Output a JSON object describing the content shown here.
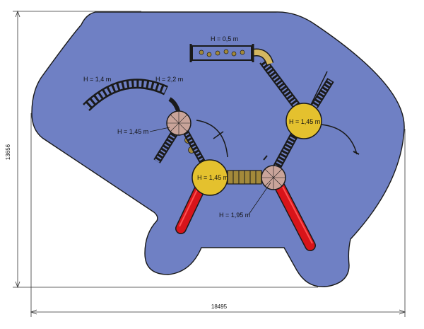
{
  "dimensions": {
    "width_label": "18495",
    "height_label": "13656"
  },
  "height_labels": {
    "h_0_5": "H = 0,5 m",
    "h_1_4": "H = 1,4 m",
    "h_2_2": "H = 2,2 m",
    "h_1_45_left": "H = 1,45 m",
    "h_1_45_center": "H = 1,45 m",
    "h_1_45_right": "H = 1,45 m",
    "h_1_95": "H = 1,95 m"
  },
  "colors": {
    "surface": "#6f80c4",
    "platform_yellow": "#e4c12e",
    "platform_pink": "#c9a49a",
    "slide_red": "#d8141a",
    "bridge": "#a3893a",
    "tube": "#d4b760",
    "outline": "#1a1a1a"
  }
}
